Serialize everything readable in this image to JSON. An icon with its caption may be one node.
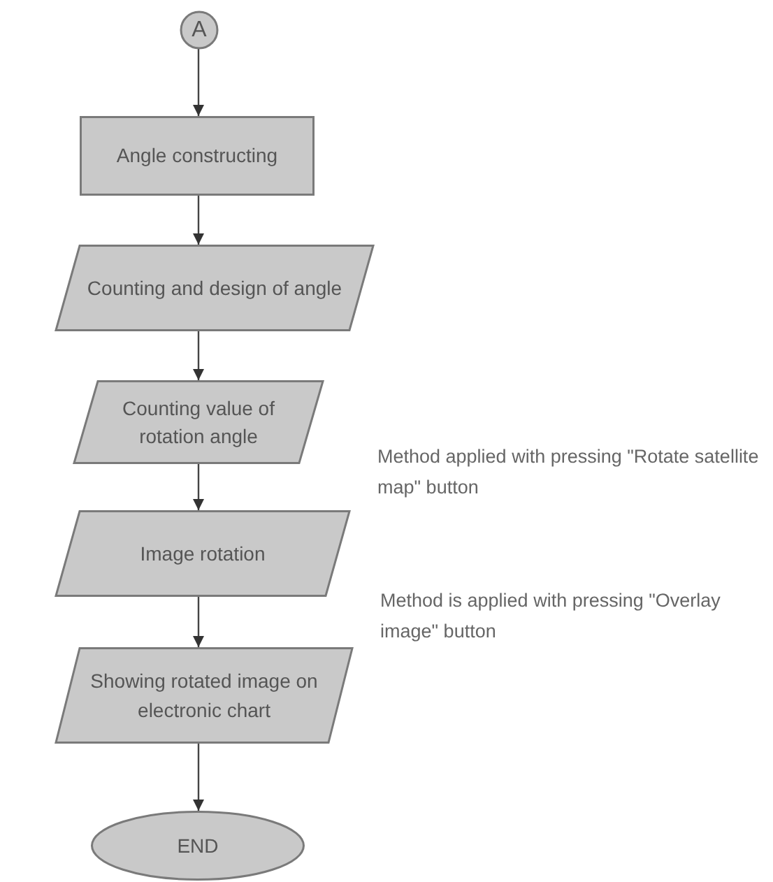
{
  "diagram": {
    "nodes": [
      {
        "text": [
          "A"
        ]
      },
      {
        "text": [
          "Angle constructing"
        ]
      },
      {
        "text": [
          "Counting and design of angle"
        ]
      },
      {
        "text": [
          "Counting value of rotation angle"
        ]
      },
      {
        "text": [
          "Image rotation"
        ]
      },
      {
        "text": [
          "Showing rotated image on electronic chart"
        ]
      },
      {
        "text": [
          "END"
        ]
      }
    ],
    "edges": [
      {
        "from": 0,
        "to": 1,
        "arrow": "to"
      },
      {
        "from": 1,
        "to": 2,
        "arrow": "to"
      },
      {
        "from": 2,
        "to": 3,
        "arrow": "to"
      },
      {
        "from": 3,
        "to": 4,
        "arrow": "to"
      },
      {
        "from": 4,
        "to": 5,
        "arrow": "to"
      },
      {
        "from": 5,
        "to": 6,
        "arrow": "to"
      }
    ],
    "labels": [
      "Method applied with pressing \"Rotate satellite map\" button",
      "Method is applied with pressing \"Overlay image\" button"
    ]
  }
}
